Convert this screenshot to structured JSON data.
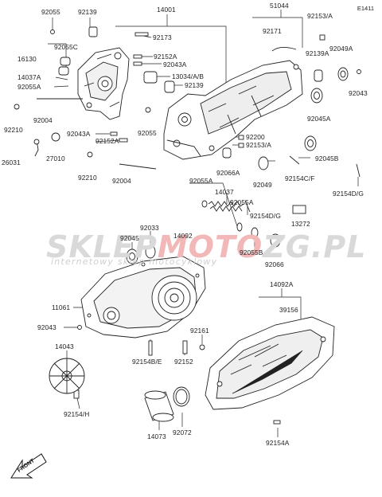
{
  "diagram": {
    "page_code": "E1411",
    "watermark": {
      "brand_a": "SKLEP",
      "brand_b": "MOTO",
      "brand_c": "ZG.PL",
      "tagline": "internetowy sklep motocyklowy"
    },
    "front_label": "FRONT",
    "callouts": [
      "92055",
      "92139",
      "14001",
      "51044",
      "92153/A",
      "92055C",
      "92171",
      "92173",
      "16130",
      "92152A",
      "92043A",
      "92139A",
      "92049A",
      "14037A",
      "13034/A/B",
      "92055A",
      "92139",
      "92043",
      "92004",
      "92210",
      "92055",
      "92045A",
      "92043A",
      "92152A",
      "92200",
      "92153/A",
      "26031",
      "27010",
      "92066A",
      "92045B",
      "92210",
      "92004",
      "92049",
      "92154C/F",
      "92055A",
      "14037",
      "92154D/G",
      "92055A",
      "92154D/G",
      "13272",
      "92033",
      "92045",
      "14092",
      "92055B",
      "92066",
      "14092A",
      "11061",
      "39156",
      "92043",
      "92161",
      "14043",
      "92154B/E",
      "92152",
      "92154/H",
      "14073",
      "92072",
      "92154A"
    ]
  }
}
